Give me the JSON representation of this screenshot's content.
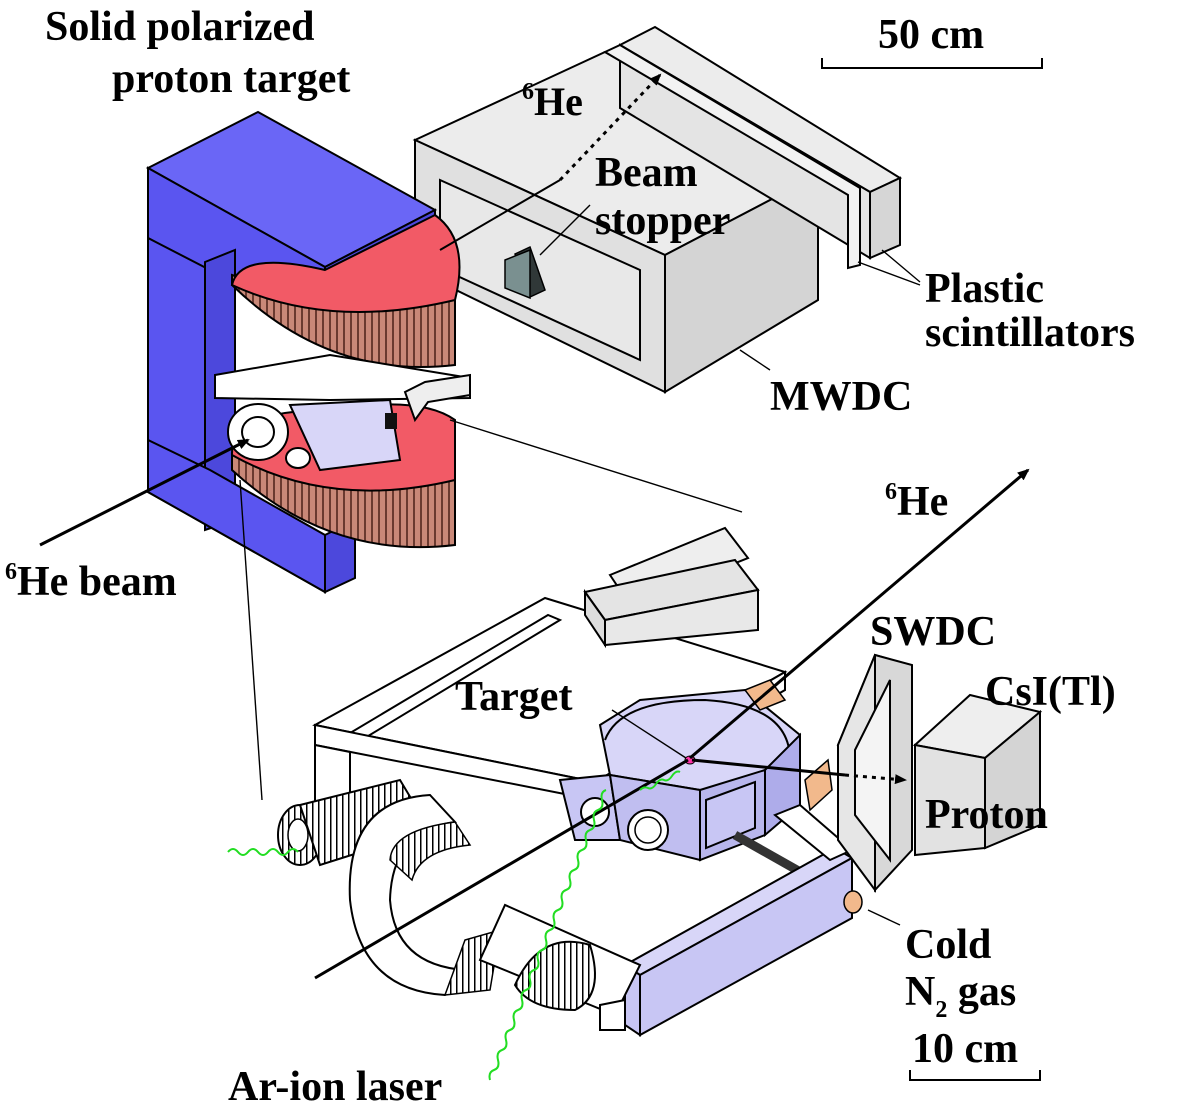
{
  "colors": {
    "magnet": "#5a55f0",
    "coil": "#f25a66",
    "coil_stripe": "#8a5a4a",
    "detector": "#e4e4e4",
    "chamber": "#c8c6f4",
    "copper": "#f2b98c",
    "laser": "#22dd22"
  },
  "labels": {
    "solid_target_line1": "Solid polarized",
    "solid_target_line2": "proton target",
    "scale_large": "50 cm",
    "he6_top_sup": "6",
    "he6_top": "He",
    "beam_stopper_line1": "Beam",
    "beam_stopper_line2": "stopper",
    "plastic_line1": "Plastic",
    "plastic_line2": "scintillators",
    "mwdc": "MWDC",
    "he6_right_sup": "6",
    "he6_right": "He",
    "he6_beam_sup": "6",
    "he6_beam": "He beam",
    "swdc": "SWDC",
    "csi": "CsI(Tl)",
    "target": "Target",
    "proton": "Proton",
    "cold_line1": "Cold",
    "cold_n": "N",
    "cold_sub": "2",
    "cold_gas": " gas",
    "scale_small": "10 cm",
    "laser": "Ar-ion laser"
  }
}
